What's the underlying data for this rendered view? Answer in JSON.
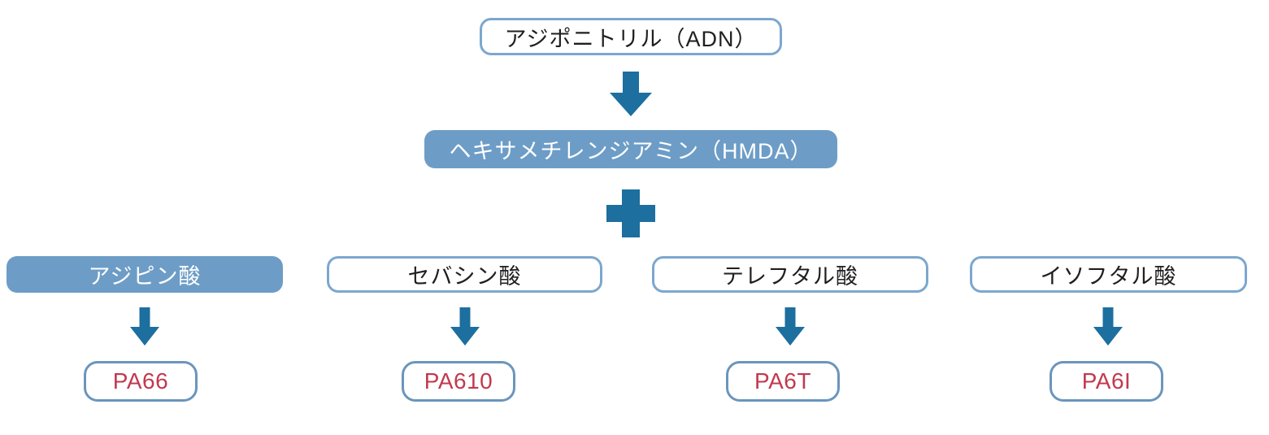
{
  "diagram": {
    "type": "process-flowchart",
    "source": {
      "label": "アジポニトリル（ADN）"
    },
    "intermediate": {
      "label": "ヘキサメチレンジアミン（HMDA）"
    },
    "operator": "+",
    "acids": [
      {
        "label": "アジピン酸",
        "style": "filled",
        "product": "PA66"
      },
      {
        "label": "セバシン酸",
        "style": "outline",
        "product": "PA610"
      },
      {
        "label": "テレフタル酸",
        "style": "outline",
        "product": "PA6T"
      },
      {
        "label": "イソフタル酸",
        "style": "outline",
        "product": "PA6I"
      }
    ],
    "icons": {
      "main_connector": "down-arrow-icon",
      "combine": "plus-icon",
      "branch_connectors": "down-arrow-icon"
    },
    "colors": {
      "node_fill_blue": "#6d9dc6",
      "outline_border_blue": "#7ca7cf",
      "product_border_blue": "#6b95bc",
      "arrow_plus_teal": "#1c6f9e",
      "product_text_red": "#c2394e",
      "node_text_black": "#1f1f1f",
      "filled_node_text": "#ffffff",
      "background": "#ffffff"
    }
  }
}
